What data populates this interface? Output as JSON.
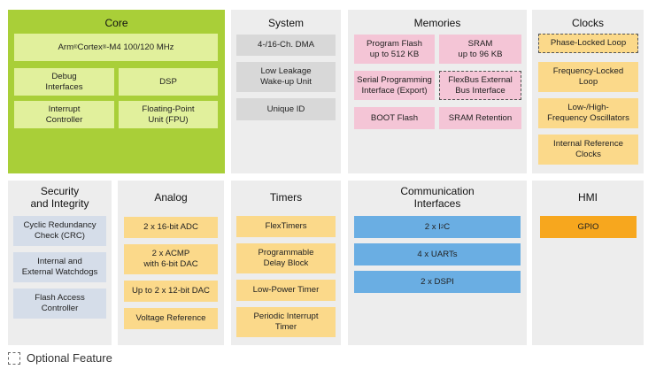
{
  "legend": {
    "label": "Optional Feature"
  },
  "panels": {
    "core": {
      "title": "Core",
      "arm_prefix": "Arm",
      "arm_mid": " Cortex",
      "arm_suffix": "-M4 100/120 MHz",
      "reg_mark": "®",
      "items": [
        "Debug\nInterfaces",
        "DSP",
        "Interrupt\nController",
        "Floating-Point\nUnit (FPU)"
      ]
    },
    "system": {
      "title": "System",
      "items": [
        "4-/16-Ch. DMA",
        "Low Leakage\nWake-up Unit",
        "Unique ID"
      ]
    },
    "memories": {
      "title": "Memories",
      "items": [
        "Program Flash\nup to 512 KB",
        "SRAM\nup to 96 KB",
        "Serial Programming\nInterface (Export)",
        "FlexBus External\nBus Interface",
        "BOOT Flash",
        "SRAM Retention"
      ]
    },
    "clocks": {
      "title": "Clocks",
      "items": [
        "Phase-Locked Loop",
        "Frequency-Locked\nLoop",
        "Low-/High-\nFrequency Oscillators",
        "Internal Reference\nClocks"
      ]
    },
    "security": {
      "title": "Security\nand Integrity",
      "items": [
        "Cyclic Redundancy\nCheck (CRC)",
        "Internal and\nExternal Watchdogs",
        "Flash Access\nController"
      ]
    },
    "analog": {
      "title": "Analog",
      "items": [
        "2 x 16-bit ADC",
        "2 x ACMP\nwith 6-bit DAC",
        "Up to 2 x 12-bit DAC",
        "Voltage Reference"
      ]
    },
    "timers": {
      "title": "Timers",
      "items": [
        "FlexTimers",
        "Programmable\nDelay Block",
        "Low-Power Timer",
        "Periodic Interrupt\nTimer"
      ]
    },
    "comm": {
      "title": "Communication\nInterfaces",
      "i2c_a": "2 x I",
      "i2c_sup": "2",
      "i2c_b": "C",
      "items": [
        "4 x UARTs",
        "2 x DSPI"
      ]
    },
    "hmi": {
      "title": "HMI",
      "items": [
        "GPIO"
      ]
    }
  }
}
